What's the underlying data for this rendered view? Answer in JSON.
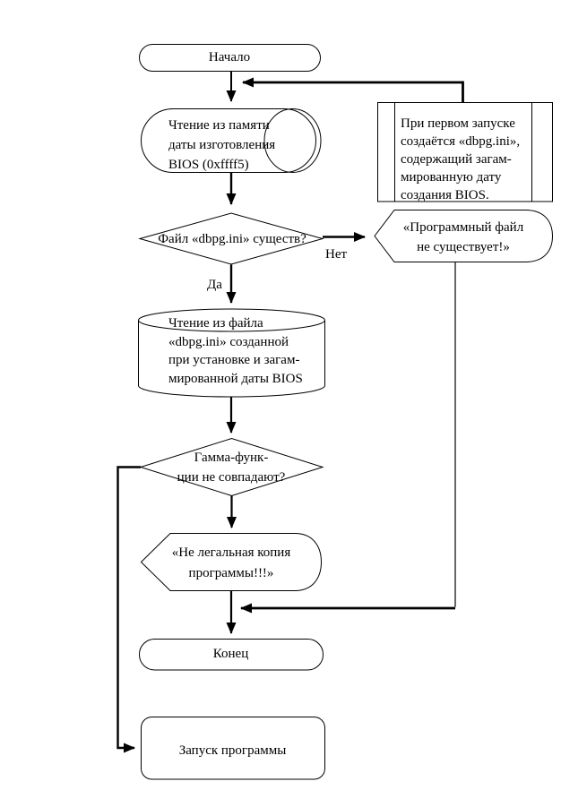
{
  "colors": {
    "line": "#000000",
    "background": "#ffffff",
    "shape_fill": "#ffffff"
  },
  "flowchart": {
    "nodes": {
      "start": {
        "type": "terminator",
        "label": "Начало"
      },
      "read_memory": {
        "type": "stored-data",
        "lines": [
          "Чтение из памяти",
          "даты изготовления",
          "BIOS (0xffff5)"
        ]
      },
      "note": {
        "type": "predefined-process",
        "lines": [
          "При первом запуске",
          "создаётся «dbpg.ini»,",
          "содержащий загам-",
          "мированную дату",
          "создания BIOS."
        ]
      },
      "file_exists": {
        "type": "decision",
        "label": "Файл «dbpg.ini» существ?"
      },
      "file_not_exists_msg": {
        "type": "display",
        "lines": [
          "«Программный файл",
          "не существует!»"
        ]
      },
      "read_file": {
        "type": "cylinder",
        "lines": [
          "Чтение из файла",
          "«dbpg.ini» созданной",
          "при установке и загам-",
          "мированной даты BIOS"
        ]
      },
      "gamma_check": {
        "type": "decision",
        "lines": [
          "Гамма-функ-",
          "ции не совпадают?"
        ]
      },
      "illegal_copy_msg": {
        "type": "display",
        "lines": [
          "«Не легальная копия",
          "программы!!!»"
        ]
      },
      "end": {
        "type": "terminator",
        "label": "Конец"
      },
      "run_program": {
        "type": "process",
        "label": "Запуск программы"
      }
    },
    "edge_labels": {
      "no": "Нет",
      "yes": "Да"
    }
  }
}
